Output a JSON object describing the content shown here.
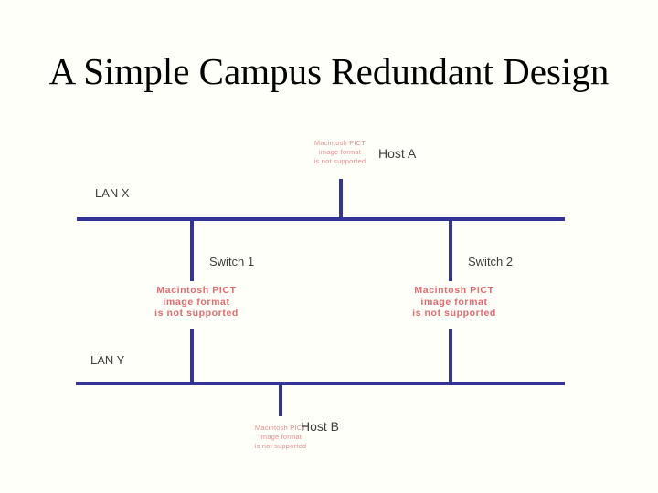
{
  "slide": {
    "title": "A Simple Campus Redundant Design"
  },
  "labels": {
    "host_a": "Host A",
    "host_b": "Host B",
    "switch_1": "Switch 1",
    "switch_2": "Switch 2",
    "lan_x": "LAN X",
    "lan_y": "LAN Y"
  },
  "pict_placeholder": {
    "lines": [
      "Macintosh PICT",
      "image format",
      "is not supported"
    ]
  },
  "colors": {
    "line": "#333399",
    "pict_bold_text": "#e06a6e",
    "pict_small_text": "#e28e90",
    "label_text": "#3f3f3f",
    "title_text": "#000000",
    "background": "#fffffa"
  }
}
